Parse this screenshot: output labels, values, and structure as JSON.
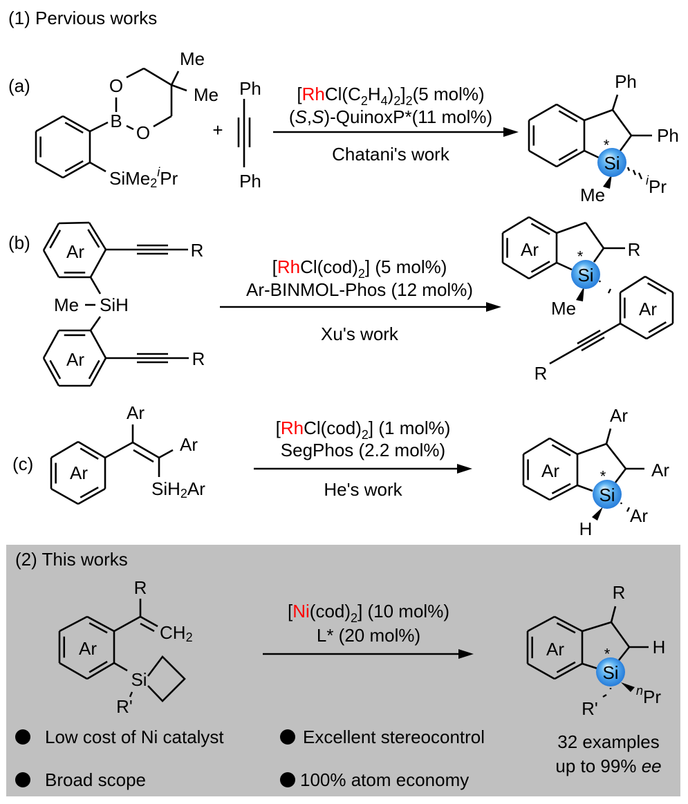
{
  "section1_title": "(1) Pervious works",
  "section2_title": "(2) This works",
  "reaction_a": {
    "label": "(a)",
    "reactant_atoms": {
      "O1": "O",
      "B": "B",
      "O2": "O",
      "Me1": "Me",
      "Me2": "Me",
      "si_group": [
        [
          "SiMe",
          ""
        ],
        [
          "2",
          "sub"
        ],
        [
          "i",
          "supi"
        ],
        [
          "Pr",
          ""
        ]
      ]
    },
    "plus": "+",
    "alkyne": {
      "ph_top": "Ph",
      "ph_bottom": "Ph"
    },
    "conditions_line1": [
      [
        "[",
        ""
      ],
      [
        "Rh",
        "red"
      ],
      [
        "Cl(C",
        ""
      ],
      [
        "2",
        "sub"
      ],
      [
        "H",
        ""
      ],
      [
        "4",
        "sub"
      ],
      [
        ")",
        ""
      ],
      [
        "2",
        "sub"
      ],
      [
        "]",
        ""
      ],
      [
        "2",
        "sub"
      ],
      [
        "(5 mol%)",
        ""
      ]
    ],
    "conditions_line2": [
      [
        "(",
        ""
      ],
      [
        "S",
        "i"
      ],
      [
        ",",
        ""
      ],
      [
        "S",
        "i"
      ],
      [
        ")-QuinoxP*(11 mol%)",
        ""
      ]
    ],
    "credit": "Chatani's work",
    "product": {
      "ph_top": "Ph",
      "ph_right": "Ph",
      "si": "Si",
      "star": "*",
      "me": "Me",
      "ipr": [
        [
          "i",
          "supi"
        ],
        [
          "Pr",
          ""
        ]
      ]
    }
  },
  "reaction_b": {
    "label": "(b)",
    "reactant": {
      "ar_top": "Ar",
      "ar_bottom": "Ar",
      "r_top": "R",
      "r_bottom": "R",
      "me": "Me",
      "sih": "SiH"
    },
    "conditions_line1": [
      [
        "[",
        ""
      ],
      [
        "Rh",
        "red"
      ],
      [
        "Cl(cod)",
        ""
      ],
      [
        "2",
        "sub"
      ],
      [
        "] (5 mol%)",
        ""
      ]
    ],
    "conditions_line2": "Ar-BINMOL-Phos (12 mol%)",
    "credit": "Xu's work",
    "product": {
      "ar1": "Ar",
      "ar2": "Ar",
      "r1": "R",
      "r2": "R",
      "si": "Si",
      "star": "*",
      "me": "Me"
    }
  },
  "reaction_c": {
    "label": "(c)",
    "reactant": {
      "ar_ring": "Ar",
      "ar_top": "Ar",
      "ar_right": "Ar",
      "si_group": [
        [
          "SiH",
          ""
        ],
        [
          "2",
          "sub"
        ],
        [
          "Ar",
          ""
        ]
      ]
    },
    "conditions_line1": [
      [
        "[",
        ""
      ],
      [
        "Rh",
        "red"
      ],
      [
        "Cl(cod)",
        ""
      ],
      [
        "2",
        "sub"
      ],
      [
        "] (1 mol%)",
        ""
      ]
    ],
    "conditions_line2": "SegPhos (2.2 mol%)",
    "credit": "He's work",
    "product": {
      "ar_ring": "Ar",
      "ar_top": "Ar",
      "ar_right": "Ar",
      "ar_si": "Ar",
      "si": "Si",
      "star": "*",
      "h": "H"
    }
  },
  "reaction_d": {
    "reactant": {
      "ar_ring": "Ar",
      "r": "R",
      "ch2": [
        [
          "CH",
          ""
        ],
        [
          "2",
          "sub"
        ]
      ],
      "si": "Si",
      "r_prime": "R'"
    },
    "conditions_line1": [
      [
        "[",
        ""
      ],
      [
        "Ni",
        "red"
      ],
      [
        "(cod)",
        ""
      ],
      [
        "2",
        "sub"
      ],
      [
        "] (10 mol%)",
        ""
      ]
    ],
    "conditions_line2": "L* (20 mol%)",
    "product": {
      "ar_ring": "Ar",
      "r": "R",
      "h": "H",
      "si": "Si",
      "star": "*",
      "r_prime": "R'",
      "npr": [
        [
          "n",
          "supi"
        ],
        [
          "Pr",
          ""
        ]
      ]
    }
  },
  "highlights": [
    "Low cost of Ni catalyst",
    "Excellent stereocontrol",
    "Broad scope",
    "100% atom economy"
  ],
  "summary": {
    "examples": "32 examples",
    "ee": [
      [
        "up to 99% ",
        ""
      ],
      [
        "ee",
        "i"
      ]
    ]
  },
  "colors": {
    "catalyst_metal": "#ff0000",
    "box_background": "#c0c0c0",
    "si_sphere": "#3d9be9"
  }
}
